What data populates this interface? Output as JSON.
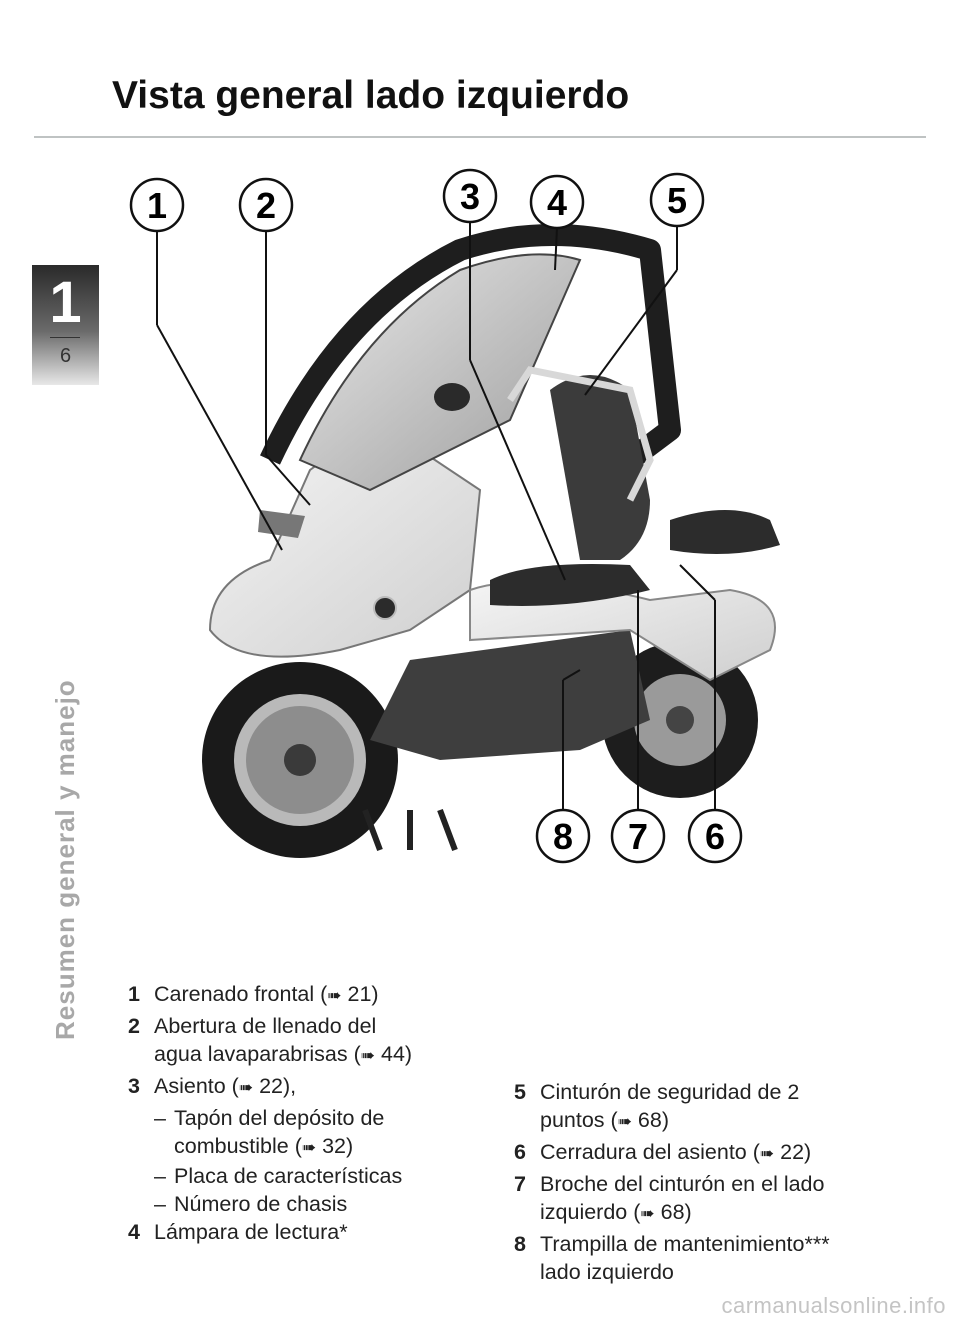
{
  "chapter": {
    "number": "1",
    "page": "6",
    "section_title": "Resumen general y manejo"
  },
  "title": "Vista general lado izquierdo",
  "callouts": [
    "1",
    "2",
    "3",
    "4",
    "5",
    "6",
    "7",
    "8"
  ],
  "arrow_symbol": "➠",
  "legend_left": [
    {
      "num": "1",
      "text": "Carenado frontal (",
      "ref": " 21)"
    },
    {
      "num": "2",
      "text": "Abertura de llenado del",
      "text2": "agua lavaparabrisas (",
      "ref": " 44)"
    },
    {
      "num": "3",
      "text": "Asiento (",
      "ref": " 22),",
      "subs": [
        {
          "text": "Tapón del depósito de",
          "text2": "combustible (",
          "ref": " 32)"
        },
        {
          "text": "Placa de características"
        },
        {
          "text": "Número de chasis"
        }
      ]
    },
    {
      "num": "4",
      "text": "Lámpara de lectura*"
    }
  ],
  "legend_right": [
    {
      "num": "5",
      "text": "Cinturón de seguridad de 2",
      "text2": "puntos (",
      "ref": " 68)"
    },
    {
      "num": "6",
      "text": "Cerradura del asiento (",
      "ref": " 22)"
    },
    {
      "num": "7",
      "text": "Broche del cinturón en el lado",
      "text2": "izquierdo (",
      "ref": " 68)"
    },
    {
      "num": "8",
      "text": "Trampilla de mantenimiento***",
      "text2": "lado izquierdo"
    }
  ],
  "watermark": "carmanualsonline.info"
}
